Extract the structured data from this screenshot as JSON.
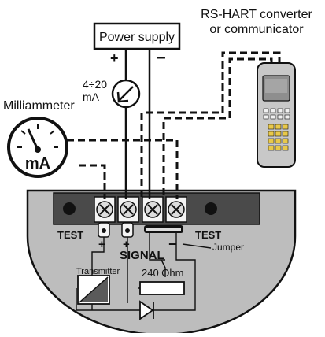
{
  "labels": {
    "power_supply": "Power supply",
    "plus": "+",
    "minus": "−",
    "current_range_line1": "4÷20",
    "current_range_line2": "mA",
    "milliammeter": "Milliammeter",
    "meter_unit": "mA",
    "converter_line1": "RS-HART converter",
    "converter_line2": "or communicator",
    "test_left": "TEST",
    "test_right": "TEST",
    "signal": "SIGNAL",
    "signal_plus": "+",
    "signal_minus": "−",
    "jumper": "Jumper",
    "transmitter": "Transmitter",
    "resistor": "240 Ohm"
  },
  "colors": {
    "housing": "#bdbdbd",
    "terminal_block": "#4a4a4a",
    "communicator_body": "#c8c8c8",
    "communicator_keys": "#e8c84a",
    "line": "#111111"
  },
  "icons": [
    "milliammeter-dial-icon",
    "current-source-icon",
    "screw-terminal-icon",
    "diode-icon",
    "transmitter-icon",
    "resistor-icon",
    "hart-communicator-icon"
  ]
}
